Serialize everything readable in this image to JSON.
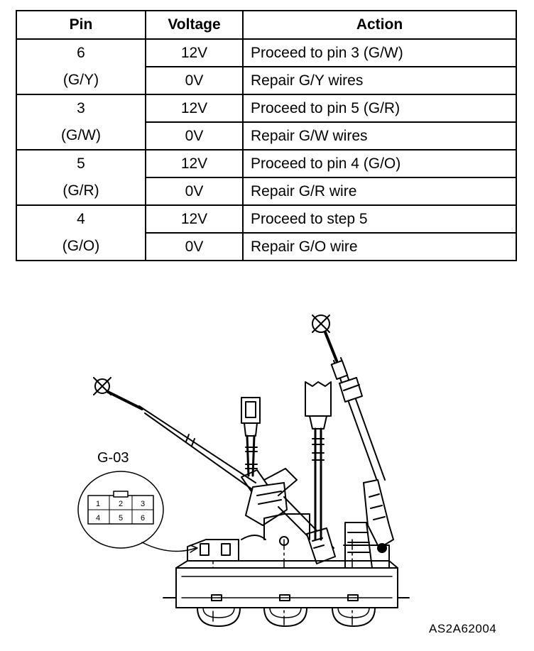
{
  "table": {
    "headers": {
      "pin": "Pin",
      "voltage": "Voltage",
      "action": "Action"
    },
    "groups": [
      {
        "pin_number": "6",
        "pin_color": "(G/Y)",
        "rows": [
          {
            "voltage": "12V",
            "action": "Proceed to pin 3 (G/W)"
          },
          {
            "voltage": "0V",
            "action": "Repair G/Y wires"
          }
        ]
      },
      {
        "pin_number": "3",
        "pin_color": "(G/W)",
        "rows": [
          {
            "voltage": "12V",
            "action": "Proceed to pin 5 (G/R)"
          },
          {
            "voltage": "0V",
            "action": "Repair G/W wires"
          }
        ]
      },
      {
        "pin_number": "5",
        "pin_color": "(G/R)",
        "rows": [
          {
            "voltage": "12V",
            "action": "Proceed to pin 4 (G/O)"
          },
          {
            "voltage": "0V",
            "action": "Repair G/R wire"
          }
        ]
      },
      {
        "pin_number": "4",
        "pin_color": "(G/O)",
        "rows": [
          {
            "voltage": "12V",
            "action": "Proceed to step 5"
          },
          {
            "voltage": "0V",
            "action": "Repair G/O wire"
          }
        ]
      }
    ]
  },
  "figure": {
    "connector_label": "G-03",
    "connector_pins": [
      "1",
      "2",
      "3",
      "4",
      "5",
      "6"
    ],
    "reference_code": "AS2A62004"
  }
}
